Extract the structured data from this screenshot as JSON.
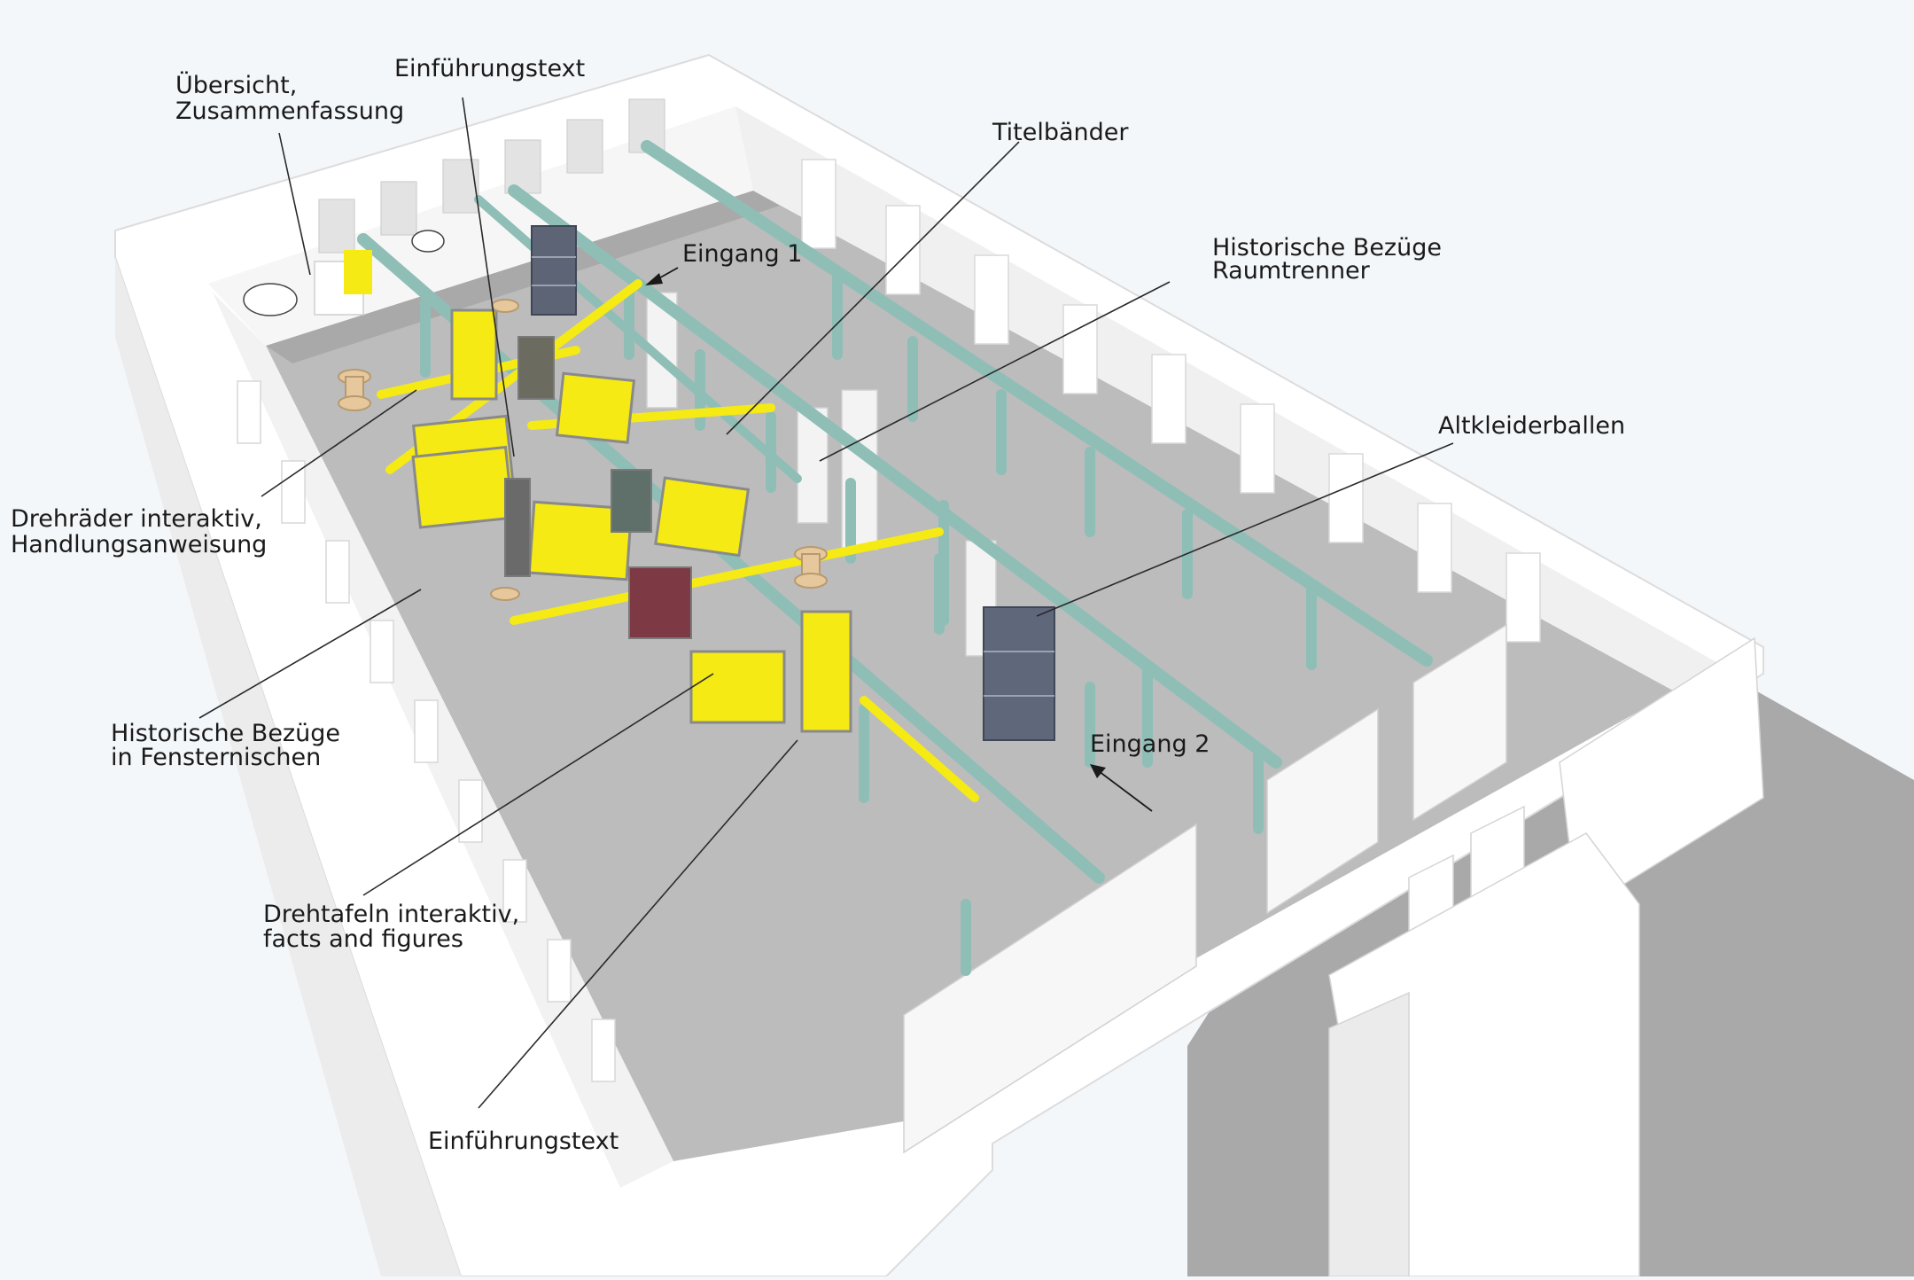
{
  "labels": {
    "uebersicht_1": "Übersicht,",
    "uebersicht_2": "Zusammenfassung",
    "einfuehrung_top": "Einführungstext",
    "titelbaender": "Titelbänder",
    "eingang_1": "Eingang 1",
    "hist_raum_1": "Historische Bezüge",
    "hist_raum_2": "Raumtrenner",
    "altkleider": "Altkleiderballen",
    "drehraeder_1": "Drehräder interaktiv,",
    "drehraeder_2": "Handlungsanweisung",
    "hist_fenster_1": "Historische Bezüge",
    "hist_fenster_2": "in Fensternischen",
    "drehtafeln_1": "Drehtafeln interaktiv,",
    "drehtafeln_2": "facts and figures",
    "eingang_2": "Eingang 2",
    "einfuehrung_bottom": "Einführungstext"
  },
  "colors": {
    "background": "#f4f7fa",
    "floor": "#b9b9b9",
    "wall": "#ffffff",
    "wall_shade": "#e6e6e6",
    "beam": "#8fbeb7",
    "accent_yellow": "#f5ea14",
    "outside_ground": "#a8a8a8"
  }
}
